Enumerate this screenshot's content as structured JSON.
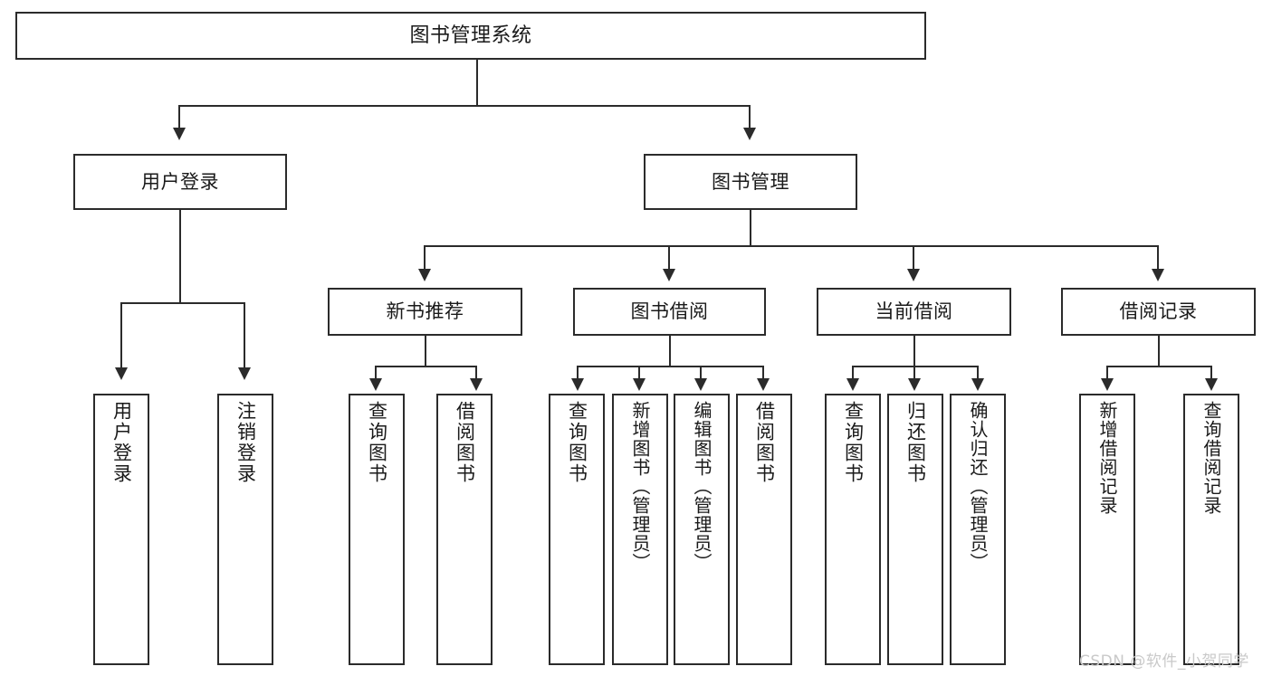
{
  "diagram": {
    "title": "图书管理系统",
    "type": "tree",
    "root": {
      "id": "root",
      "label": "图书管理系统",
      "orientation": "horizontal"
    },
    "level2": [
      {
        "id": "user-login",
        "label": "用户登录",
        "orientation": "horizontal"
      },
      {
        "id": "book-management",
        "label": "图书管理",
        "orientation": "horizontal"
      }
    ],
    "level3": [
      {
        "id": "new-book-recommend",
        "label": "新书推荐",
        "parent": "book-management",
        "orientation": "horizontal"
      },
      {
        "id": "book-borrow",
        "label": "图书借阅",
        "parent": "book-management",
        "orientation": "horizontal"
      },
      {
        "id": "current-borrow",
        "label": "当前借阅",
        "parent": "book-management",
        "orientation": "horizontal"
      },
      {
        "id": "borrow-record",
        "label": "借阅记录",
        "parent": "book-management",
        "orientation": "horizontal"
      }
    ],
    "leaves": {
      "user_login": [
        {
          "id": "leaf-user-login",
          "label": "用户登录"
        },
        {
          "id": "leaf-logout-login",
          "label": "注销登录"
        }
      ],
      "new_book_recommend": [
        {
          "id": "leaf-query-book-1",
          "label": "查询图书"
        },
        {
          "id": "leaf-borrow-book-1",
          "label": "借阅图书"
        }
      ],
      "book_borrow": [
        {
          "id": "leaf-query-book-2",
          "label": "查询图书"
        },
        {
          "id": "leaf-add-book",
          "label": "新增图书（管理员）"
        },
        {
          "id": "leaf-edit-book",
          "label": "编辑图书（管理员）"
        },
        {
          "id": "leaf-borrow-book-2",
          "label": "借阅图书"
        }
      ],
      "current_borrow": [
        {
          "id": "leaf-query-book-3",
          "label": "查询图书"
        },
        {
          "id": "leaf-return-book",
          "label": "归还图书"
        },
        {
          "id": "leaf-confirm-return",
          "label": "确认归还（管理员）"
        }
      ],
      "borrow_record": [
        {
          "id": "leaf-add-record",
          "label": "新增借阅记录"
        },
        {
          "id": "leaf-query-record",
          "label": "查询借阅记录"
        }
      ]
    }
  },
  "watermark": {
    "text": "CSDN @软件_小贺同学"
  },
  "colors": {
    "stroke": "#2b2b2b",
    "fill": "#ffffff",
    "text": "#1a1a1a",
    "watermark": "#c9c9c9"
  }
}
